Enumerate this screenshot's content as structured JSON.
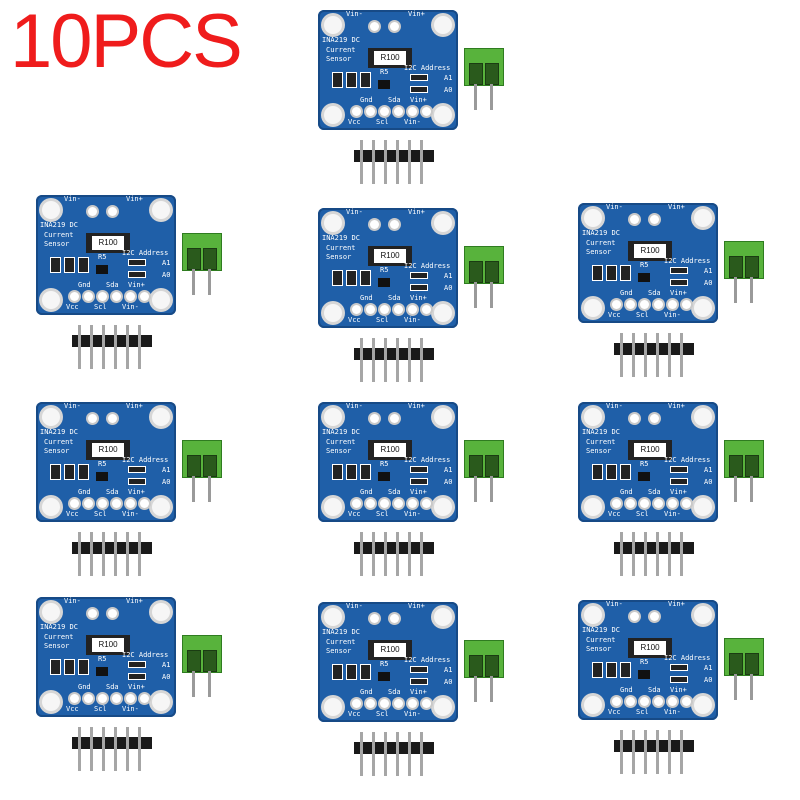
{
  "badge": "10PCS",
  "board": {
    "model": "INA219 DC",
    "line2": "Current",
    "line3": "Sensor",
    "resistor": "R100",
    "r5": "R5",
    "i2c": "I2C Address",
    "a1": "A1",
    "a0": "A0",
    "vin_minus": "Vin-",
    "vin_plus": "Vin+",
    "gnd": "Gnd",
    "sda": "Sda",
    "vcc": "Vcc",
    "scl": "Scl"
  },
  "colors": {
    "badge": "#ef1c1c",
    "pcb": "#1f5fa8",
    "terminal": "#58b33c"
  }
}
